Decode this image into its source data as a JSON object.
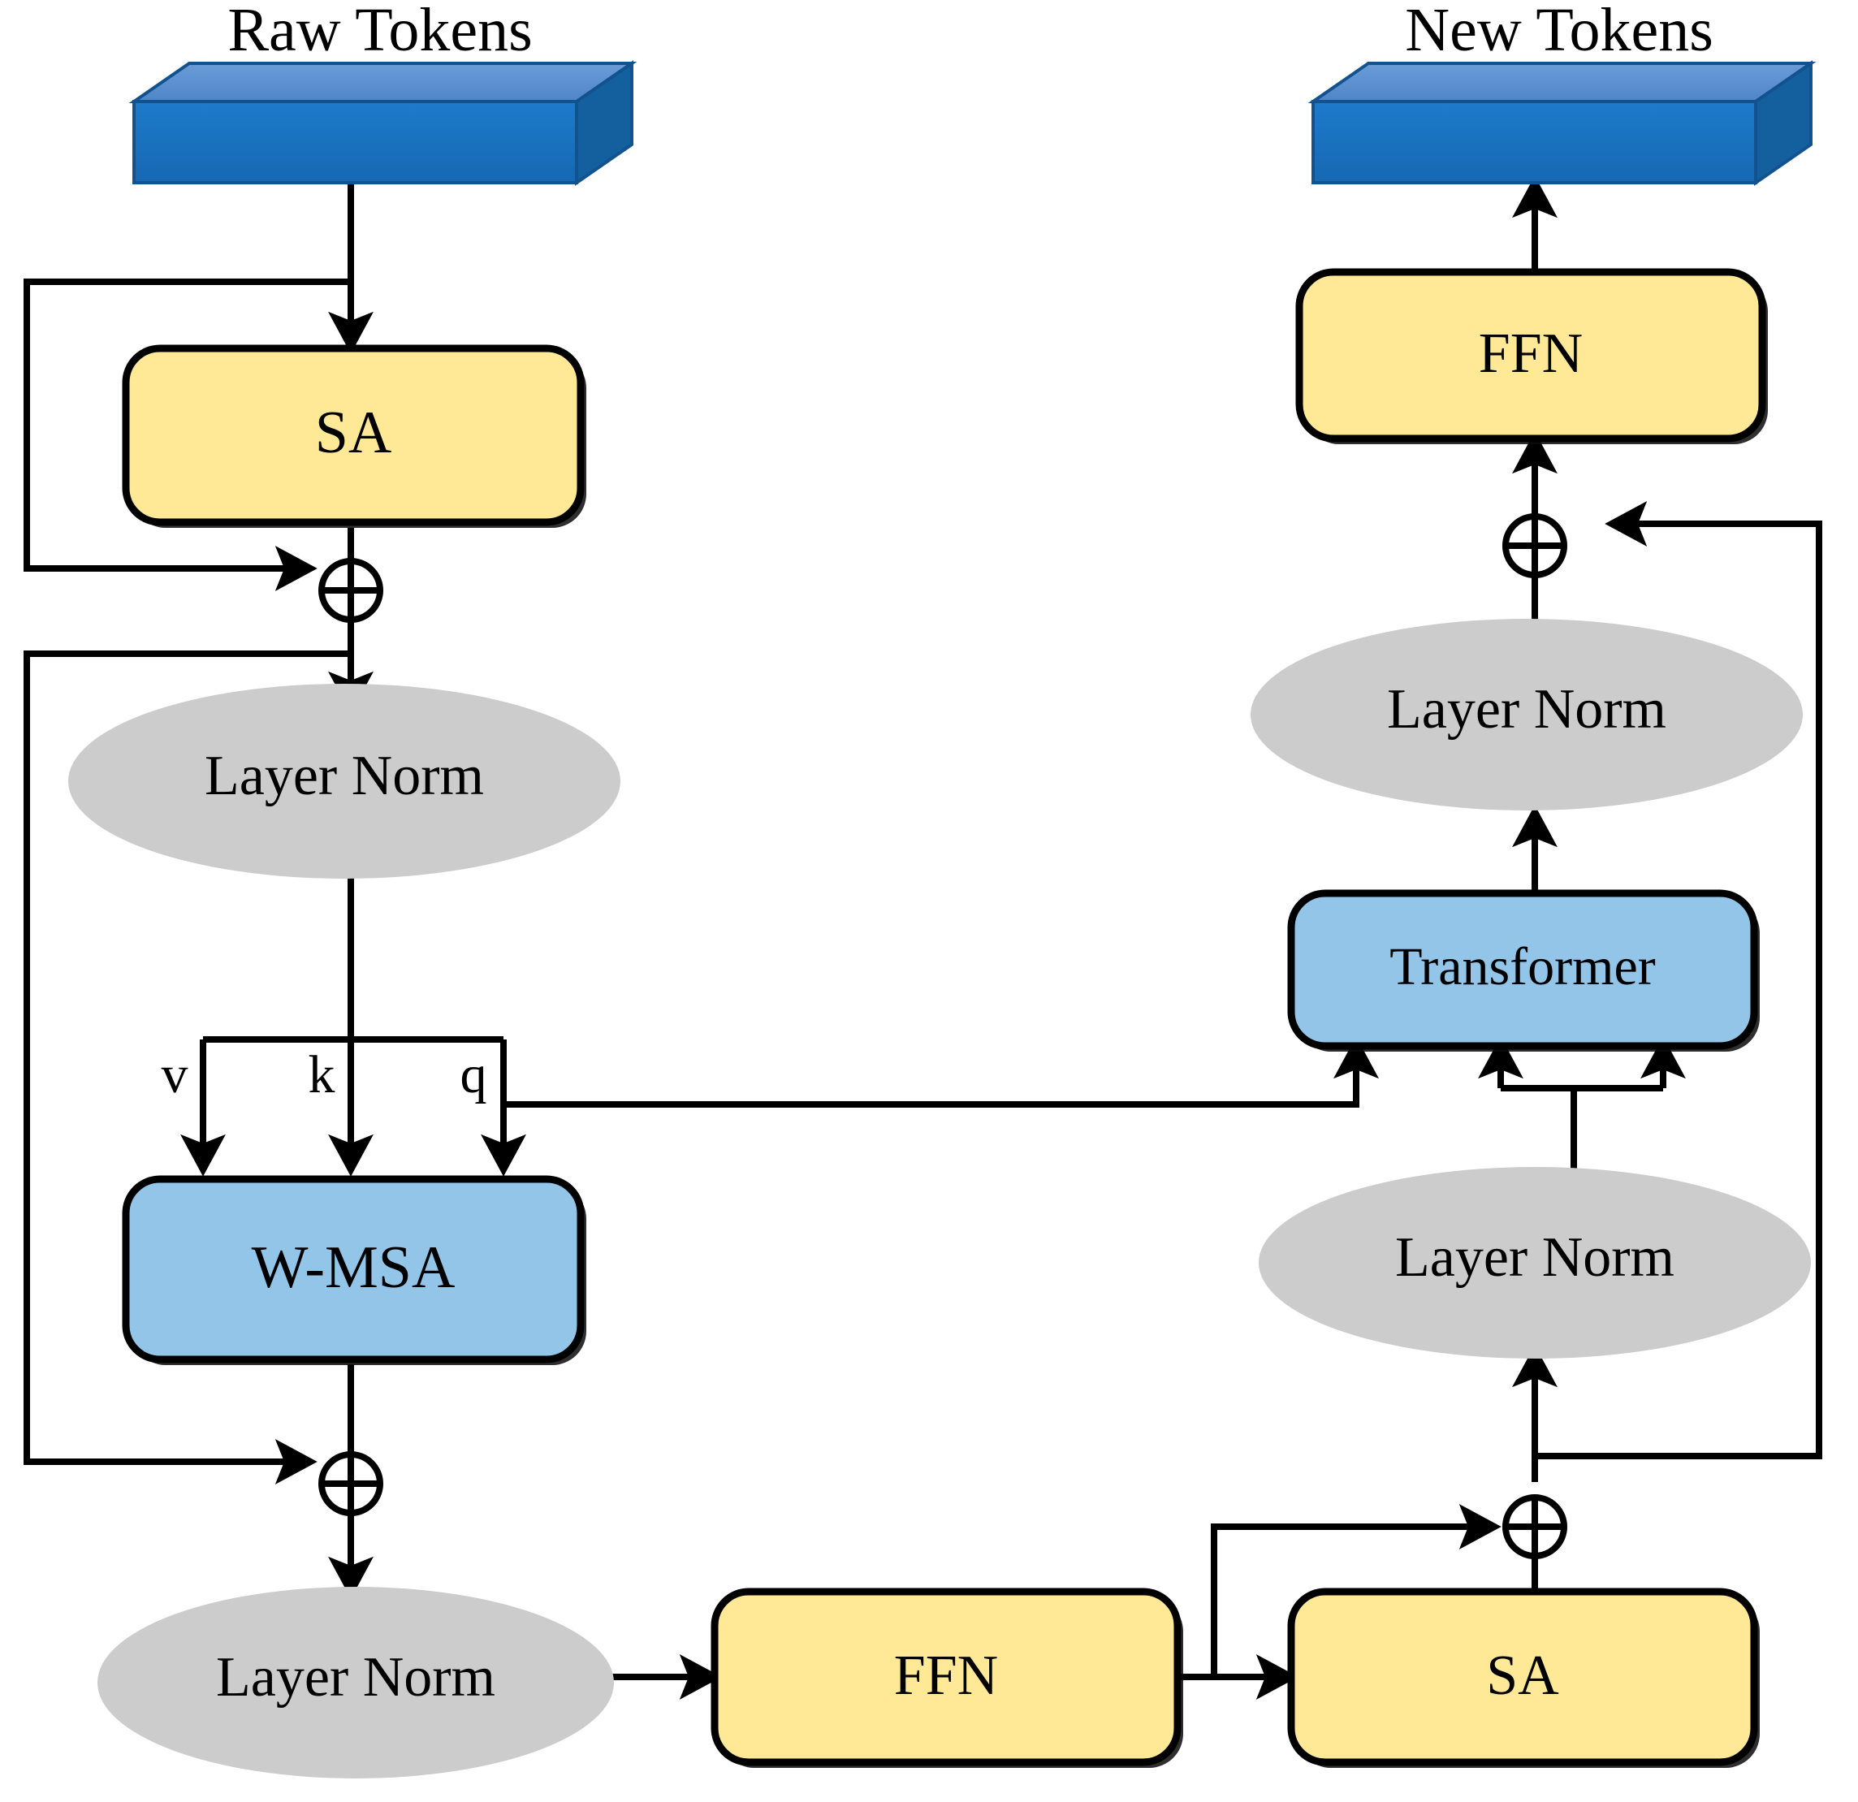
{
  "diagram": {
    "title_left": "Raw Tokens",
    "title_right": "New Tokens",
    "colors": {
      "token_box_front": "#1a75c4",
      "token_box_top": "#5b8fd1",
      "token_box_side": "#1565ad",
      "ffn_yellow": "#ffe896",
      "sa_yellow": "#ffe896",
      "attention_blue": "#92c5e8",
      "layernorm_gray": "#cccccc",
      "stroke": "#000000",
      "background": "#ffffff"
    },
    "nodes": {
      "raw_tokens": "Raw Tokens",
      "new_tokens": "New Tokens",
      "sa_left": "SA",
      "layer_norm_1": "Layer Norm",
      "w_msa": "W-MSA",
      "layer_norm_2": "Layer Norm",
      "ffn_bottom": "FFN",
      "sa_bottom": "SA",
      "layer_norm_3": "Layer Norm",
      "transformer": "Transformer",
      "layer_norm_4": "Layer Norm",
      "ffn_top": "FFN"
    },
    "edge_labels": {
      "v": "v",
      "k": "k",
      "q": "q"
    },
    "operators": {
      "add": "⊕",
      "add_count": 4
    }
  }
}
